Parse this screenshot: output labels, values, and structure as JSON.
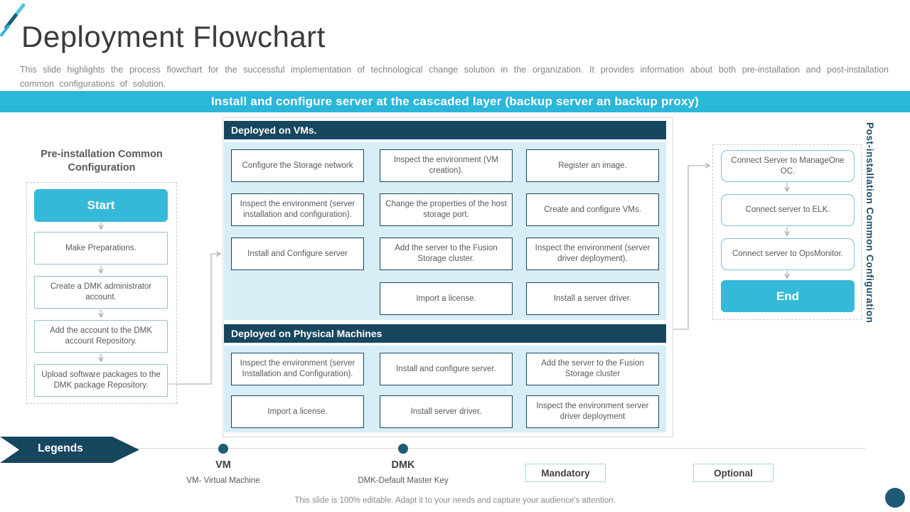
{
  "title": "Deployment Flowchart",
  "subtitle": "This slide highlights the process flowchart for the successful implementation of technological change solution in the organization. It provides information about both pre-installation and post-installation common configurations of solution.",
  "banner": "Install and configure server at the cascaded layer (backup server an backup proxy)",
  "appearance": {
    "accent_teal": "#2ab7d9",
    "header_navy": "#17465f",
    "panel_blue": "#d8eef6",
    "dot_navy": "#1e5b78",
    "arrow_gray": "#a6a6a6"
  },
  "left": {
    "heading": "Pre-installation Common Configuration",
    "start_label": "Start",
    "steps": [
      "Make Preparations.",
      "Create a DMK administrator account.",
      "Add the account to the DMK account Repository.",
      "Upload software packages to the DMK package Repository."
    ]
  },
  "center": {
    "vm_header": "Deployed on VMs.",
    "vm_boxes": [
      "Configure the Storage network",
      "Inspect the environment (VM creation).",
      "Register an image.",
      "Inspect the environment (server installation and configuration).",
      "Change the properties of the host storage port.",
      "Create and configure VMs.",
      "Install and Configure server",
      "Add the server to the Fusion Storage cluster.",
      "Inspect the environment (server driver deployment).",
      "Import a license.",
      "Install a server driver."
    ],
    "pm_header": "Deployed on Physical Machines",
    "pm_boxes": [
      "Inspect the environment (server Installation and Configuration).",
      "Install and configure server.",
      "Add the server to the Fusion Storage cluster",
      "Import a license.",
      "Install server driver.",
      "Inspect the environment server driver deployment"
    ]
  },
  "right": {
    "heading_vertical": "Post-installation Common Configuration",
    "steps": [
      "Connect Server to ManageOne OC.",
      "Connect server to ELK.",
      "Connect server to OpsMonitor."
    ],
    "end_label": "End"
  },
  "legend": {
    "title": "Legends",
    "items": [
      {
        "abbr": "VM",
        "full": "VM- Virtual Machine"
      },
      {
        "abbr": "DMK",
        "full": "DMK-Default Master Key"
      }
    ],
    "mandatory": "Mandatory",
    "optional": "Optional"
  },
  "footer": "This slide is 100% editable. Adapt it to your needs and capture your audience's attention."
}
